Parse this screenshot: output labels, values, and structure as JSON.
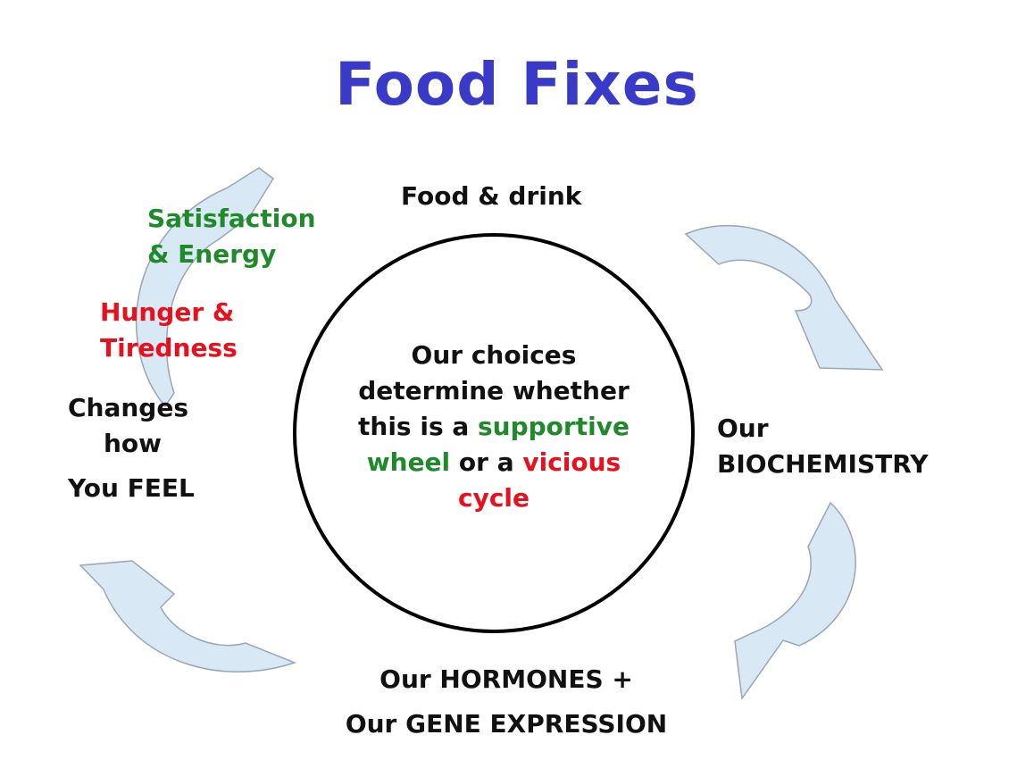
{
  "title": "Food Fixes",
  "center": {
    "line1": "Our choices",
    "line2": "determine whether",
    "line3_prefix": "this is a ",
    "supportive": "supportive",
    "wheel": "wheel",
    "or_a": " or a ",
    "vicious": "vicious",
    "cycle": "cycle"
  },
  "nodes": {
    "food_drink": "Food & drink",
    "biochemistry_line1": "Our",
    "biochemistry_line2": "BIOCHEMISTRY",
    "hormones_line1": "Our HORMONES +",
    "hormones_line2": "Our GENE EXPRESSION",
    "feel_line1": "Changes",
    "feel_line2": "how",
    "feel_line3": "You FEEL",
    "satisfaction_line1": "Satisfaction",
    "satisfaction_line2": "& Energy",
    "hunger_line1": "Hunger &",
    "hunger_line2": "Tiredness"
  },
  "colors": {
    "title": "#3a3ac8",
    "positive": "#1f8a2a",
    "negative": "#e8101c",
    "arrow_fill": "#d9e8f5",
    "arrow_stroke": "#9aa6b2"
  }
}
